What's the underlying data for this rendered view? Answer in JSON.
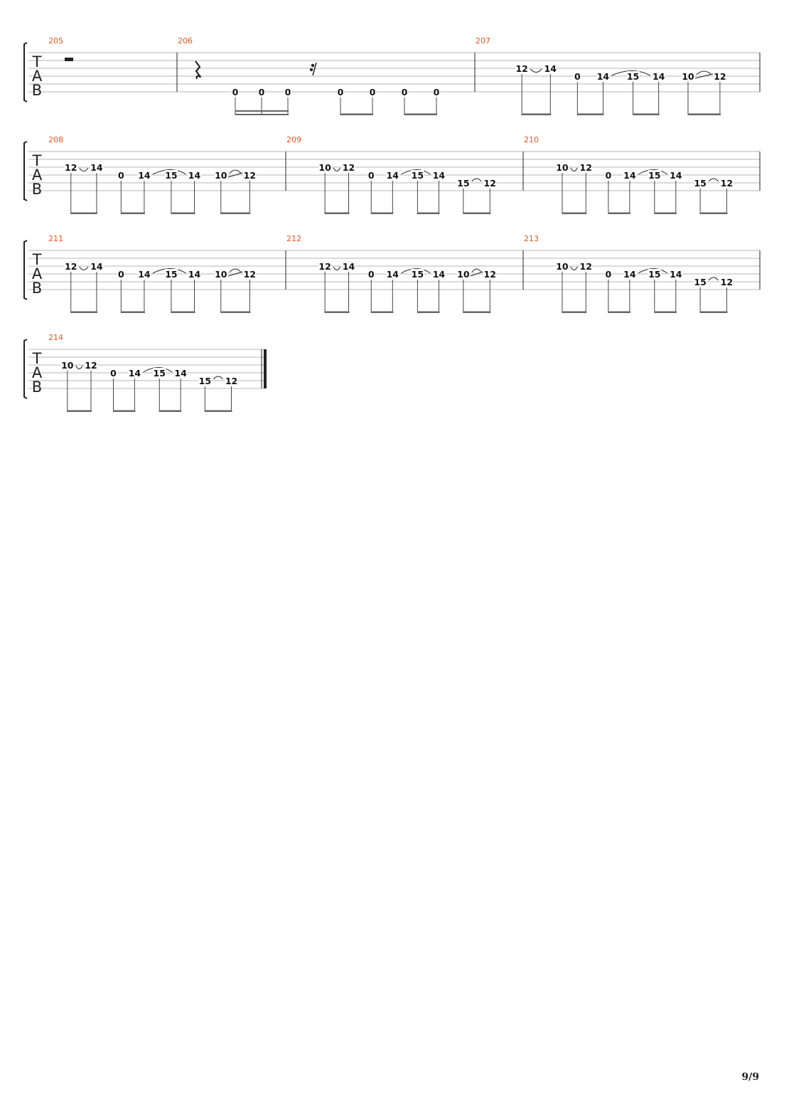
{
  "page": {
    "page_indicator": "9/9"
  },
  "style": {
    "measure_number_color": "#e8541e",
    "staff_line_color": "#b4b4b4",
    "ink": "#222222"
  },
  "tab_clef": [
    "T",
    "A",
    "B"
  ],
  "systems": [
    {
      "measures": [
        {
          "number": "205",
          "content": "half-rest"
        },
        {
          "number": "206",
          "content": "rests-and-open",
          "notes": [
            {
              "fret": "0",
              "string": 6
            },
            {
              "fret": "0",
              "string": 6
            },
            {
              "fret": "0",
              "string": 6
            },
            {
              "fret": "0",
              "string": 6
            },
            {
              "fret": "0",
              "string": 6
            },
            {
              "fret": "0",
              "string": 6
            },
            {
              "fret": "0",
              "string": 6
            }
          ]
        },
        {
          "number": "207",
          "content": "riff",
          "pattern": "A"
        }
      ]
    },
    {
      "measures": [
        {
          "number": "208",
          "content": "riff",
          "pattern": "A"
        },
        {
          "number": "209",
          "content": "riff",
          "pattern": "B"
        },
        {
          "number": "210",
          "content": "riff",
          "pattern": "B"
        }
      ]
    },
    {
      "measures": [
        {
          "number": "211",
          "content": "riff",
          "pattern": "A"
        },
        {
          "number": "212",
          "content": "riff",
          "pattern": "A"
        },
        {
          "number": "213",
          "content": "riff",
          "pattern": "B"
        }
      ]
    },
    {
      "final": true,
      "measures": [
        {
          "number": "214",
          "content": "riff",
          "pattern": "B"
        }
      ]
    }
  ],
  "patterns": {
    "A": [
      {
        "fret": "12",
        "string": 3
      },
      {
        "fret": "14",
        "string": 3
      },
      {
        "fret": "0",
        "string": 4
      },
      {
        "fret": "14",
        "string": 4
      },
      {
        "fret": "15",
        "string": 4
      },
      {
        "fret": "14",
        "string": 4
      },
      {
        "fret": "10",
        "string": 4
      },
      {
        "fret": "12",
        "string": 4
      }
    ],
    "B": [
      {
        "fret": "10",
        "string": 3
      },
      {
        "fret": "12",
        "string": 3
      },
      {
        "fret": "0",
        "string": 4
      },
      {
        "fret": "14",
        "string": 4
      },
      {
        "fret": "15",
        "string": 4
      },
      {
        "fret": "14",
        "string": 4
      },
      {
        "fret": "15",
        "string": 5
      },
      {
        "fret": "12",
        "string": 5
      }
    ]
  }
}
